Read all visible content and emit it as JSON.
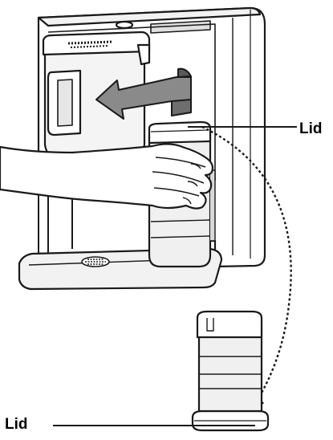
{
  "callouts": {
    "top_label": "Lid",
    "bottom_label": "Lid"
  },
  "colors": {
    "line": "#1a1a1a",
    "fill": "#ffffff",
    "shade": "#e6e6e6",
    "arrow": "#6e6e6e"
  },
  "icons": [
    "machine",
    "pitcher",
    "arrow",
    "hand",
    "cup",
    "tray",
    "dotted-arrow"
  ]
}
